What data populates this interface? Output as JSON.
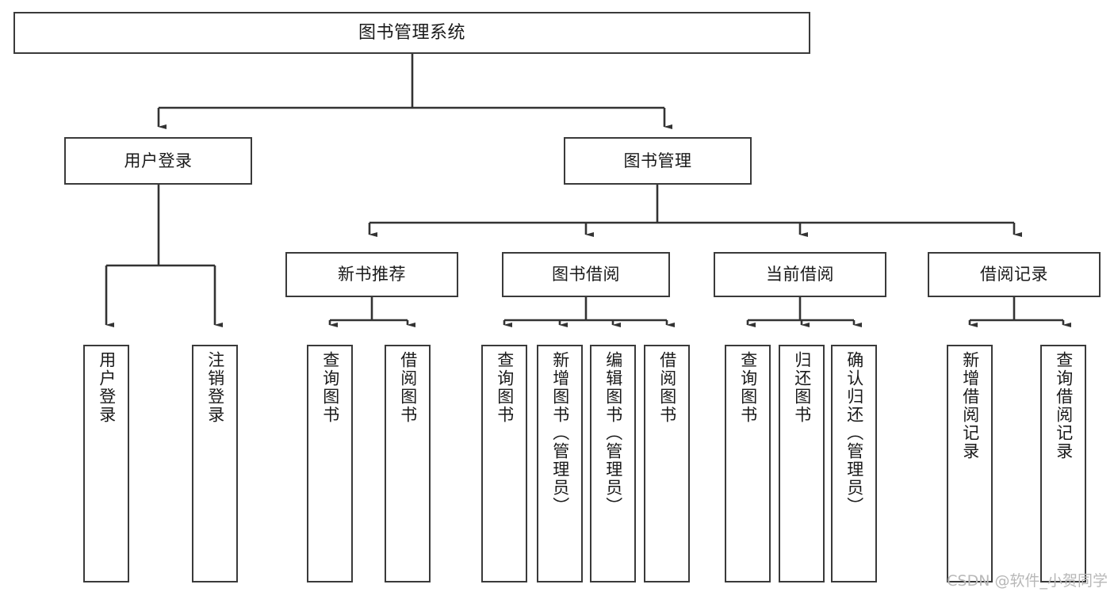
{
  "diagram": {
    "title": "图书管理系统",
    "type": "tree-hierarchy-diagram",
    "watermark": "CSDN @软件_小贺同学",
    "colors": {
      "background": "#ffffff",
      "box_border": "#3a3a3a",
      "box_fill": "#ffffff",
      "connector": "#333333",
      "text": "#1a1a1a",
      "watermark": "#b8b8b8"
    },
    "root": {
      "label": "图书管理系统"
    },
    "level2": [
      {
        "label": "用户登录"
      },
      {
        "label": "图书管理"
      }
    ],
    "level3": [
      {
        "label": "新书推荐"
      },
      {
        "label": "图书借阅"
      },
      {
        "label": "当前借阅"
      },
      {
        "label": "借阅记录"
      }
    ],
    "leaves": {
      "user_login": [
        {
          "label": "用户登录"
        },
        {
          "label": "注销登录"
        }
      ],
      "new_book_recommend": [
        {
          "label": "查询图书"
        },
        {
          "label": "借阅图书"
        }
      ],
      "book_borrow": [
        {
          "label": "查询图书"
        },
        {
          "label": "新增图书（管理员）"
        },
        {
          "label": "编辑图书（管理员）"
        },
        {
          "label": "借阅图书"
        }
      ],
      "current_borrow": [
        {
          "label": "查询图书"
        },
        {
          "label": "归还图书"
        },
        {
          "label": "确认归还（管理员）"
        }
      ],
      "borrow_records": [
        {
          "label": "新增借阅记录"
        },
        {
          "label": "查询借阅记录"
        }
      ]
    }
  }
}
